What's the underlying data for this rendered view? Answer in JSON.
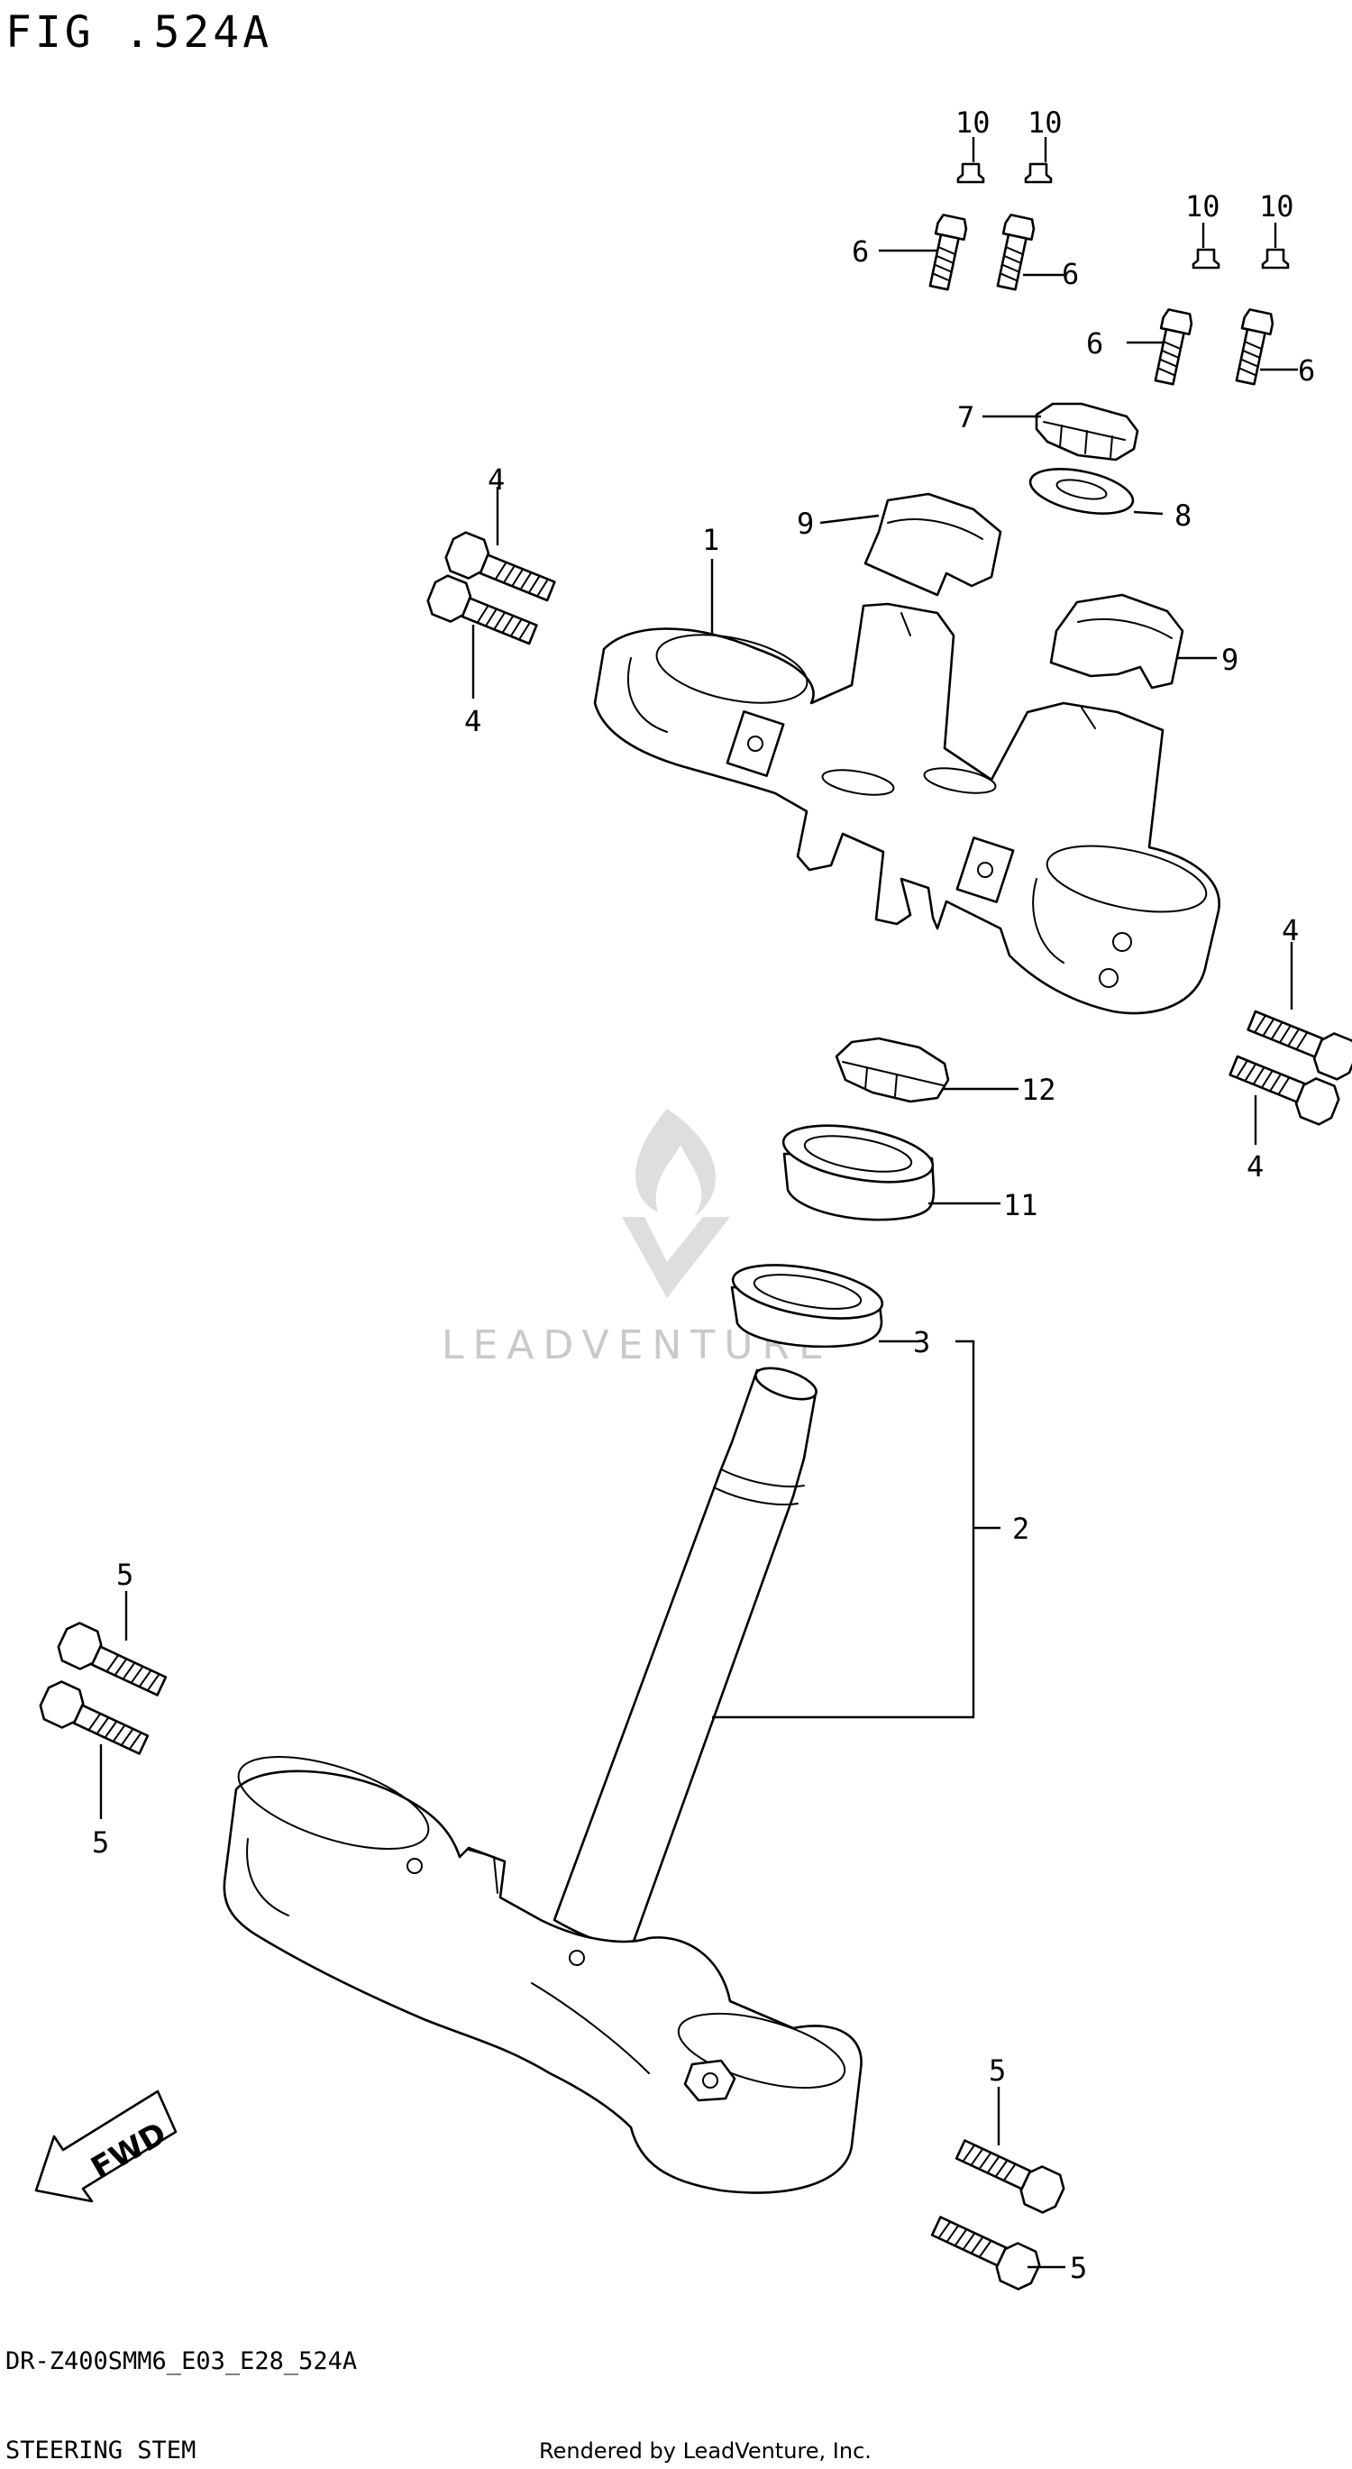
{
  "figure": {
    "title": "FIG .524A",
    "model_code": "DR-Z400SMM6_E03_E28_524A",
    "section_name": "STEERING STEM",
    "credit": "Rendered by LeadVenture, Inc.",
    "watermark": "LEADVENTURE",
    "direction_label": "FWD"
  },
  "callouts": {
    "c1": "1",
    "c2": "2",
    "c3": "3",
    "c4a": "4",
    "c4b": "4",
    "c4c": "4",
    "c4d": "4",
    "c5a": "5",
    "c5b": "5",
    "c5c": "5",
    "c5d": "5",
    "c6a": "6",
    "c6b": "6",
    "c6c": "6",
    "c6d": "6",
    "c7": "7",
    "c8": "8",
    "c9a": "9",
    "c9b": "9",
    "c10a": "10",
    "c10b": "10",
    "c10c": "10",
    "c10d": "10",
    "c11": "11",
    "c12": "12"
  }
}
